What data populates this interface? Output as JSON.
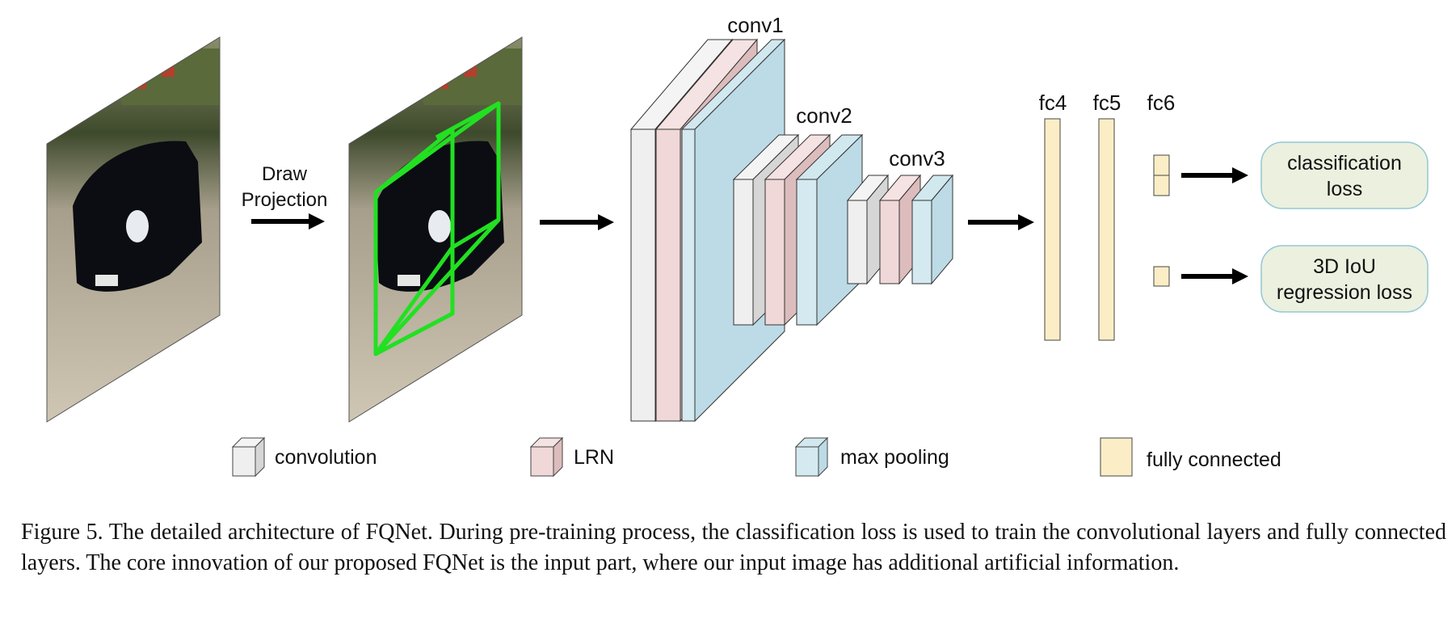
{
  "colors": {
    "convolution": "#efefef",
    "lrn": "#f0d8d8",
    "max_pooling": "#bcdbe6",
    "fully_connected": "#fbeec6",
    "loss_box": "#ebf0df",
    "loss_border": "#93c7d4",
    "projection": "#22e022",
    "arrow": "#000000"
  },
  "inputs": {
    "draw_projection_label": [
      "Draw",
      "Projection"
    ]
  },
  "conv_labels": {
    "conv1": "conv1",
    "conv2": "conv2",
    "conv3": "conv3"
  },
  "fc_labels": {
    "fc4": "fc4",
    "fc5": "fc5",
    "fc6": "fc6"
  },
  "outputs": {
    "classification": [
      "classification",
      "loss"
    ],
    "regression": [
      "3D IoU",
      "regression loss"
    ]
  },
  "legend": {
    "convolution": "convolution",
    "lrn": "LRN",
    "max_pooling": "max pooling",
    "fully_connected": "fully connected"
  },
  "caption": "Figure 5. The detailed architecture of FQNet. During pre-training process, the classification loss is used to train the convolutional layers and fully connected layers. The core innovation of our proposed FQNet is the input part, where our input image has additional artificial information."
}
